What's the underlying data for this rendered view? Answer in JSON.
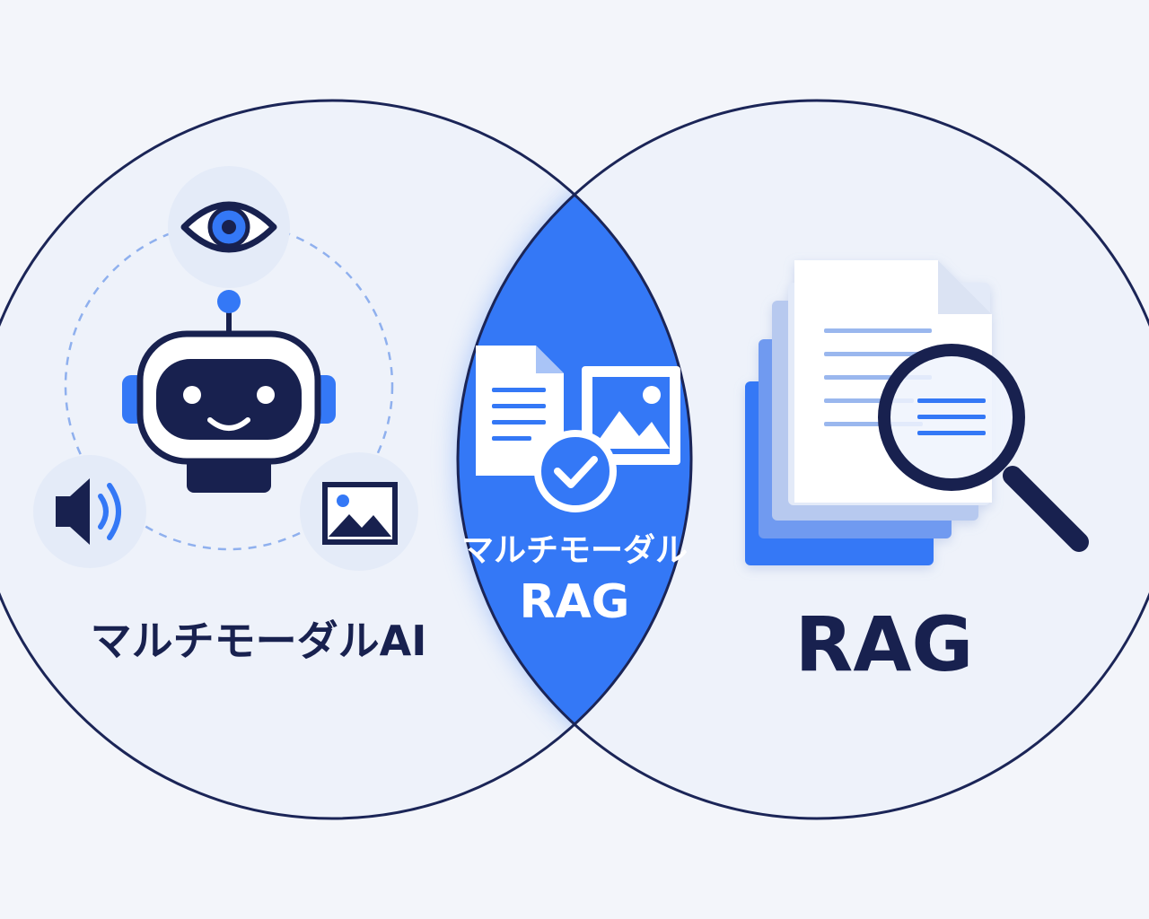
{
  "diagram": {
    "left_circle": {
      "label": "マルチモーダルAI",
      "icons": [
        "robot-icon",
        "eye-icon",
        "speaker-icon",
        "image-icon"
      ]
    },
    "right_circle": {
      "label": "RAG",
      "icons": [
        "document-stack-icon",
        "magnifier-icon"
      ]
    },
    "intersection": {
      "label_line1": "マルチモーダル",
      "label_line2": "RAG",
      "icons": [
        "document-icon",
        "image-icon",
        "check-icon"
      ]
    },
    "colors": {
      "outline": "#1b2557",
      "accent": "#3478f6",
      "accent_light": "#a9c4f7",
      "circle_fill": "#eef2fa",
      "text_dark": "#18214f",
      "background": "#f3f5fa"
    }
  }
}
